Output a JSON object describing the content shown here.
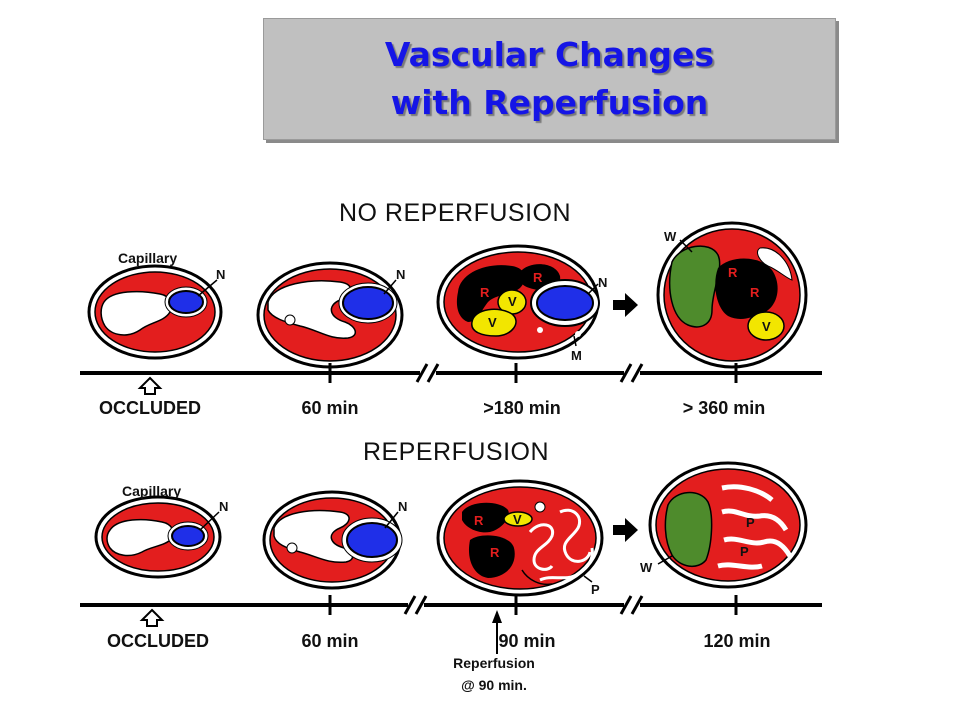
{
  "title": {
    "line1": "Vascular Changes",
    "line2": "with Reperfusion"
  },
  "no_reperfusion": {
    "heading": "NO REPERFUSION",
    "capillary": "Capillary",
    "cell1": {
      "nucleus": "N"
    },
    "cell2": {
      "nucleus": "N"
    },
    "cell3": {
      "labels": [
        "R",
        "R",
        "V",
        "V",
        "N",
        "M"
      ]
    },
    "cell4": {
      "labels": [
        "W",
        "R",
        "R",
        "V"
      ]
    },
    "timeline": [
      "OCCLUDED",
      "60 min",
      ">180 min",
      "> 360 min"
    ]
  },
  "reperfusion": {
    "heading": "REPERFUSION",
    "capillary": "Capillary",
    "cell1": {
      "nucleus": "N"
    },
    "cell2": {
      "nucleus": "N"
    },
    "cell3": {
      "labels": [
        "R",
        "V",
        "R",
        "P"
      ]
    },
    "cell4": {
      "labels": [
        "W",
        "P",
        "P"
      ]
    },
    "timeline": [
      "OCCLUDED",
      "60 min",
      "90 min",
      "120 min"
    ],
    "marker": {
      "line1": "Reperfusion",
      "line2": "@ 90 min."
    }
  },
  "colors": {
    "title_text": "#1515e6",
    "title_box": "#c0c0c0",
    "cytoplasm_red": "#e31e1e",
    "nucleus_blue": "#1f2fe8",
    "vesicle_yellow": "#f2e600",
    "white_area_green": "#4e8b2c"
  }
}
